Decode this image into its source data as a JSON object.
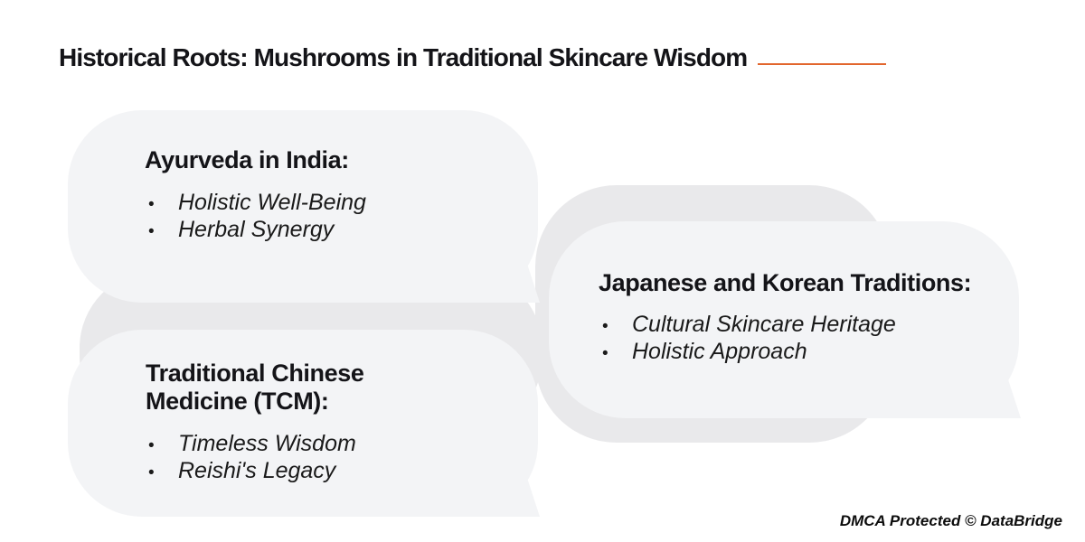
{
  "title": {
    "text": "Historical Roots: Mushrooms in Traditional Skincare Wisdom"
  },
  "bubbles": [
    {
      "heading": "Ayurveda in India:",
      "bullet_marker": "•",
      "bullets": [
        "Holistic Well-Being",
        "Herbal Synergy"
      ]
    },
    {
      "heading": "Japanese and Korean Traditions:",
      "bullet_marker": "•",
      "bullets": [
        "Cultural Skincare Heritage",
        "Holistic Approach"
      ]
    },
    {
      "heading": "Traditional Chinese Medicine (TCM):",
      "bullet_marker": "•",
      "bullets": [
        "Timeless Wisdom",
        "Reishi's Legacy"
      ]
    }
  ],
  "footer": {
    "text": "DMCA Protected © DataBridge"
  },
  "colors": {
    "bubble_light": "#f3f4f6",
    "bubble_shadow": "#e9e9eb",
    "accent": "#e2662d",
    "text": "#1a1a1a",
    "heading": "#141418"
  }
}
